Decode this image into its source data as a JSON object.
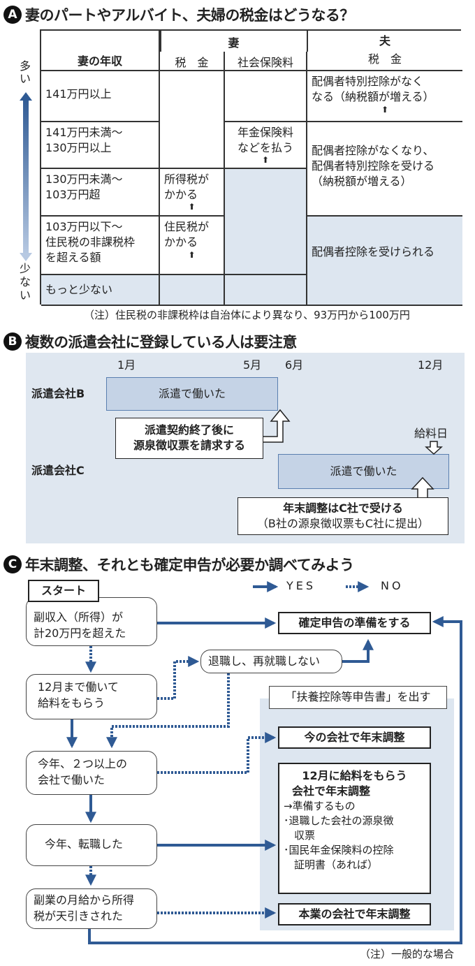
{
  "sectionA": {
    "badge": "A",
    "title": "妻のパートやアルバイト、夫婦の税金はどうなる？",
    "axis": {
      "top": "多い",
      "bottom": "少ない"
    },
    "header": {
      "income": "妻の年収",
      "wife": "妻",
      "wife_tax": "税　金",
      "wife_social": "社会保険料",
      "husband": "夫",
      "husband_tax": "税　金"
    },
    "rows": [
      {
        "income": [
          "141万円以上"
        ]
      },
      {
        "income": [
          "141万円未満～",
          "130万円以上"
        ]
      },
      {
        "income": [
          "130万円未満～",
          "103万円超"
        ]
      },
      {
        "income": [
          "103万円以下～",
          "住民税の非課税枠",
          "を超える額"
        ]
      },
      {
        "income": [
          "もっと少ない"
        ]
      }
    ],
    "cells": {
      "social_pension": [
        "年金保険料",
        "などを払う"
      ],
      "income_tax": [
        "所得税が",
        "かかる"
      ],
      "resident_tax": [
        "住民税が",
        "かかる"
      ],
      "husband_1": [
        "配偶者特別控除がなく",
        "なる（納税額が増える）"
      ],
      "husband_2": [
        "配偶者控除がなくなり、",
        "配偶者特別控除を受ける",
        "（納税額が増える）"
      ],
      "husband_3": [
        "配偶者控除を受けられる"
      ]
    },
    "note": "（注）住民税の非課税枠は自治体により異なり、93万円から100万円"
  },
  "sectionB": {
    "badge": "B",
    "title": "複数の派遣会社に登録している人は要注意",
    "months": [
      "1月",
      "5月",
      "6月",
      "12月"
    ],
    "companyB": "派遣会社B",
    "companyC": "派遣会社C",
    "workedB": "派遣で働いた",
    "workedC": "派遣で働いた",
    "calloutB": [
      "派遣契約終了後に",
      "源泉徴収票を請求する"
    ],
    "payday": "給料日",
    "calloutC": [
      "年末調整はC社で受ける",
      "（B社の源泉徴収票もC社に提出）"
    ]
  },
  "sectionC": {
    "badge": "C",
    "title": "年末調整、それとも確定申告が必要か調べてみよう",
    "legend": {
      "yes": "YES",
      "no": "NO"
    },
    "start": "スタート",
    "q1": [
      "副収入（所得）が",
      "計20万円を超えた"
    ],
    "q_retire": "退職し、再就職しない",
    "q2": [
      "12月まで働いて",
      "給料をもらう"
    ],
    "q3": [
      "今年、２つ以上の",
      "会社で働いた"
    ],
    "q4": "今年、転職した",
    "q5": [
      "副業の月給から所得",
      "税が天引きされた"
    ],
    "r_filing": "確定申告の準備をする",
    "r_form": "「扶養控除等申告書」を出す",
    "r_current": "今の会社で年末調整",
    "r_december": [
      "12月に給料をもらう",
      "会社で年末調整"
    ],
    "r_december_items": [
      "→準備するもの",
      "･退職した会社の源泉徴",
      "　収票",
      "･国民年金保険料の控除",
      "　証明書（あれば）"
    ],
    "r_main": "本業の会社で年末調整",
    "note": "（注）一般的な場合"
  },
  "colors": {
    "line": "#2f5a94",
    "shade": "#dde6f0",
    "box": "#c5d3e6"
  }
}
